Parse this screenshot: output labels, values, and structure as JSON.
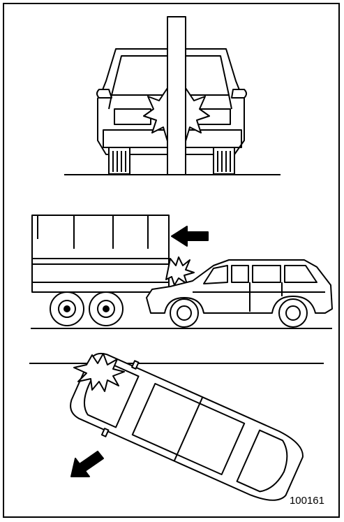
{
  "figure": {
    "code": "100161",
    "panels": [
      {
        "id": "frontal-pole-collision"
      },
      {
        "id": "underride-truck-collision"
      },
      {
        "id": "oblique-collision"
      }
    ]
  }
}
